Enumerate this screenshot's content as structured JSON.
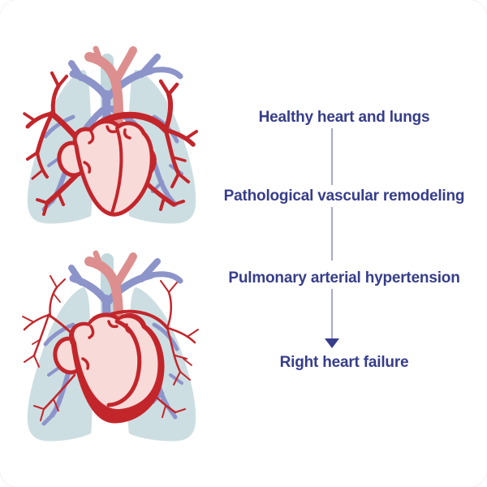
{
  "figure": {
    "stages": [
      "Healthy heart and lungs",
      "Pathological vascular remodeling",
      "Pulmonary arterial hypertension",
      "Right heart failure"
    ]
  },
  "illustrations": {
    "top": "healthy-heart-and-lungs",
    "bottom": "enlarged-right-heart-with-remodeled-vessels"
  },
  "palette": {
    "label_text": "#363d8b",
    "connector_line": "#a6aad6",
    "arrowhead": "#363d8b",
    "artery_red": "#c2262b",
    "heart_pink": "#f8dad8",
    "aorta_salmon": "#dc8f8e",
    "vein_purple": "#8c94ca",
    "lung_blue": "#cddee2",
    "trachea_blue": "#c3d8dd",
    "background": "#ffffff"
  }
}
